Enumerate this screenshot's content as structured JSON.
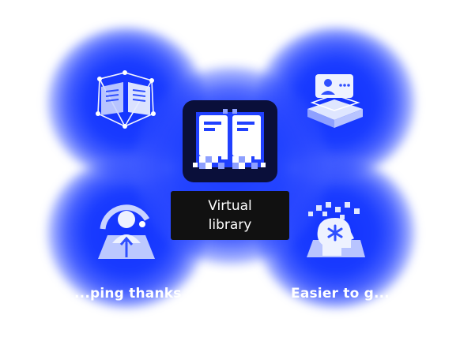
{
  "center": {
    "label": "Virtual library"
  },
  "features": [
    {
      "id": "top-left",
      "caption": "",
      "icon": "open-book-network-icon"
    },
    {
      "id": "top-right",
      "caption": "",
      "icon": "video-layers-icon"
    },
    {
      "id": "bottom-left",
      "caption": "...ping thanks",
      "icon": "reader-growth-icon"
    },
    {
      "id": "bottom-right",
      "caption": "Easier to g...",
      "icon": "mind-spark-icon"
    }
  ],
  "colors": {
    "glow": "#1a3cff",
    "tile": "#0a0f3a",
    "label_bg": "#111111"
  }
}
